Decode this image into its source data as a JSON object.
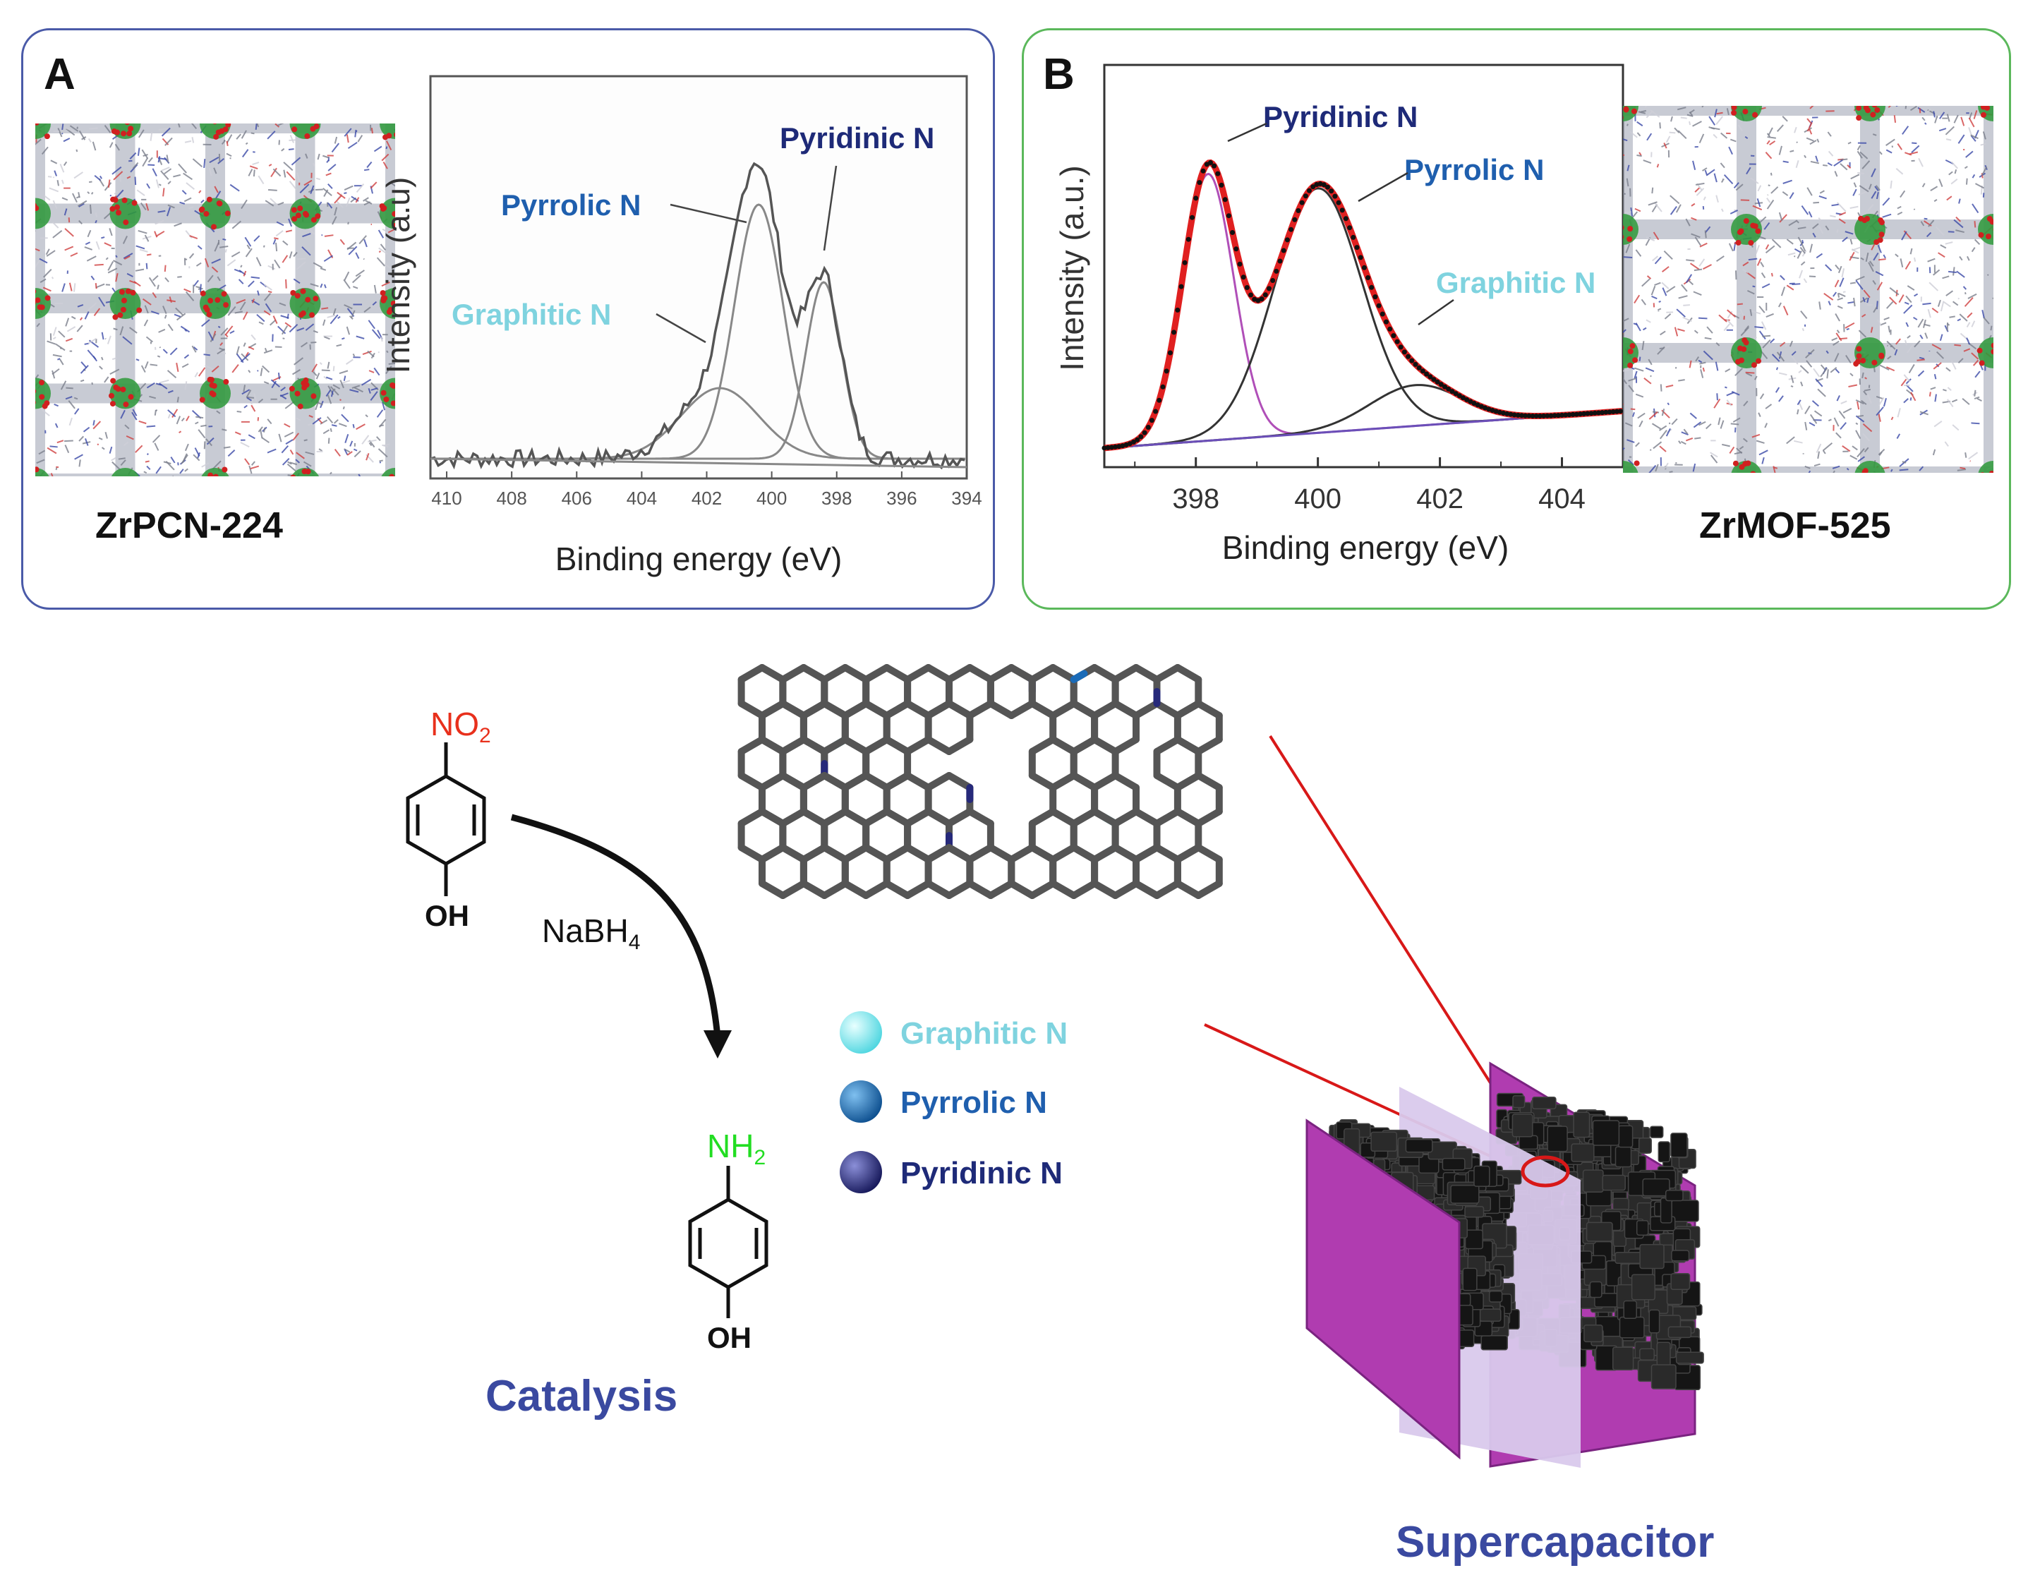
{
  "panel_a": {
    "letter": "A",
    "mof_name": "ZrPCN-224",
    "border_color": "#4a5aa8",
    "chart_data": {
      "type": "line",
      "title": "",
      "xlabel": "Binding energy (eV)",
      "ylabel": "Intensity (a.u)",
      "xlim": [
        410.5,
        394
      ],
      "x_reversed": true,
      "x_ticks": [
        "410",
        "408",
        "406",
        "404",
        "402",
        "400",
        "398",
        "396",
        "394"
      ],
      "annotations": [
        {
          "text": "Pyridinic N",
          "color": "#1e2a78"
        },
        {
          "text": "Pyrrolic N",
          "color": "#1f5fae"
        },
        {
          "text": "Graphitic  N",
          "color": "#7fd3df"
        }
      ],
      "series": [
        {
          "name": "Pyrrolic N",
          "center": 400.4,
          "height": 0.72
        },
        {
          "name": "Pyridinic N",
          "center": 398.4,
          "height": 0.5
        },
        {
          "name": "Graphitic  N",
          "center": 401.6,
          "height": 0.2
        }
      ]
    }
  },
  "panel_b": {
    "letter": "B",
    "mof_name": "ZrMOF-525",
    "border_color": "#5bb85b",
    "chart_data": {
      "type": "line",
      "title": "",
      "xlabel": "Binding energy (eV)",
      "ylabel": "Intensity (a.u.)",
      "xlim": [
        396.5,
        405
      ],
      "x_ticks": [
        "398",
        "400",
        "402",
        "404"
      ],
      "annotations": [
        {
          "text": "Pyridinic N",
          "color": "#1e2a78"
        },
        {
          "text": "Pyrrolic N",
          "color": "#1f5fae"
        },
        {
          "text": "Graphitic N",
          "color": "#7fd3df"
        }
      ],
      "series": [
        {
          "name": "Pyridinic N",
          "center": 398.2,
          "height": 0.72,
          "color": "#b04fb8"
        },
        {
          "name": "Pyrrolic N",
          "center": 400.0,
          "height": 0.66,
          "color": "#333333"
        },
        {
          "name": "Graphitic N",
          "center": 401.6,
          "height": 0.11,
          "color": "#333333"
        }
      ]
    }
  },
  "catalysis": {
    "reactant_group": "NO",
    "reactant_sub": "2",
    "reagent": "NaBH",
    "reagent_sub": "4",
    "product_group": "NH",
    "product_sub": "2",
    "oh_top": "OH",
    "oh_bottom": "OH",
    "label": "Catalysis",
    "no2_color": "#e8301c",
    "nh2_color": "#22dd22"
  },
  "legend": [
    {
      "label": "Graphitic  N",
      "text_color": "#7fd3df",
      "ball_color": "#4fd6e0"
    },
    {
      "label": "Pyrrolic N",
      "text_color": "#1f5fae",
      "ball_color": "#1a6bb8"
    },
    {
      "label": "Pyridinic N",
      "text_color": "#1e2a78",
      "ball_color": "#26297a"
    }
  ],
  "supercapacitor": {
    "label": "Supercapacitor",
    "plate_color": "#b03cb0",
    "separator_color": "#d9c9ec",
    "pointer_color": "#d81818"
  },
  "title_color": "#3a49a0"
}
